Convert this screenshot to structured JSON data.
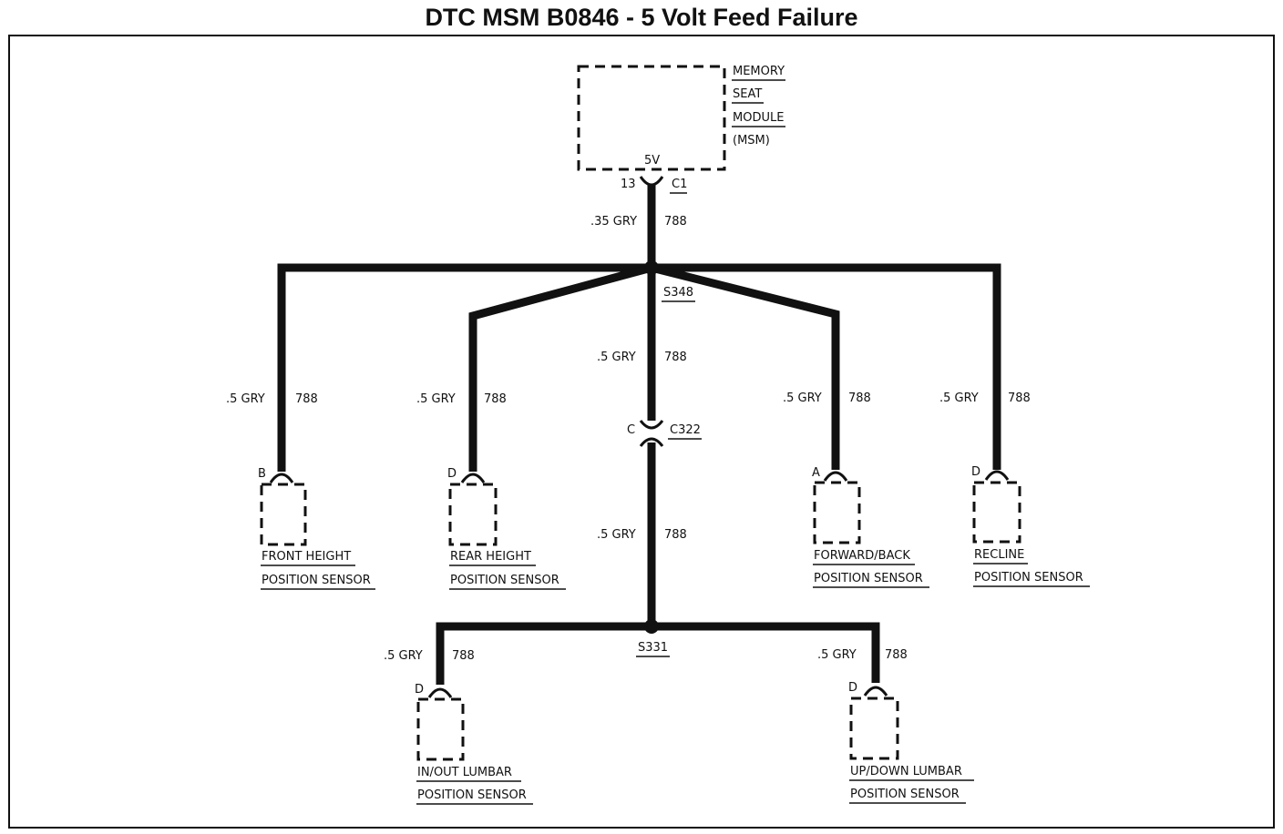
{
  "title": "DTC MSM B0846 - 5 Volt Feed Failure",
  "module": {
    "label_lines": [
      "MEMORY",
      "SEAT",
      "MODULE",
      "(MSM)"
    ],
    "pin_voltage": "5V",
    "pin": "13",
    "connector": "C1"
  },
  "trunk_wire": {
    "size_color": ".35 GRY",
    "circuit": "788"
  },
  "splices": {
    "upper": "S348",
    "lower": "S331"
  },
  "middle_wire": {
    "size_color": ".5 GRY",
    "circuit": "788"
  },
  "inline_connector": {
    "pin": "C",
    "name": "C322"
  },
  "lower_wire": {
    "size_color": ".5 GRY",
    "circuit": "788"
  },
  "sensors": [
    {
      "pin": "B",
      "size_color": ".5 GRY",
      "circuit": "788",
      "line1": "FRONT HEIGHT",
      "line2": "POSITION SENSOR"
    },
    {
      "pin": "D",
      "size_color": ".5 GRY",
      "circuit": "788",
      "line1": "REAR  HEIGHT",
      "line2": "POSITION SENSOR"
    },
    {
      "pin": "A",
      "size_color": ".5 GRY",
      "circuit": "788",
      "line1": "FORWARD/BACK",
      "line2": "POSITION SENSOR"
    },
    {
      "pin": "D",
      "size_color": ".5 GRY",
      "circuit": "788",
      "line1": "RECLINE",
      "line2": "POSITION SENSOR"
    },
    {
      "pin": "D",
      "size_color": ".5 GRY",
      "circuit": "788",
      "line1": "IN/OUT LUMBAR",
      "line2": "POSITION SENSOR"
    },
    {
      "pin": "D",
      "size_color": ".5 GRY",
      "circuit": "788",
      "line1": "UP/DOWN LUMBAR",
      "line2": "POSITION SENSOR"
    }
  ]
}
